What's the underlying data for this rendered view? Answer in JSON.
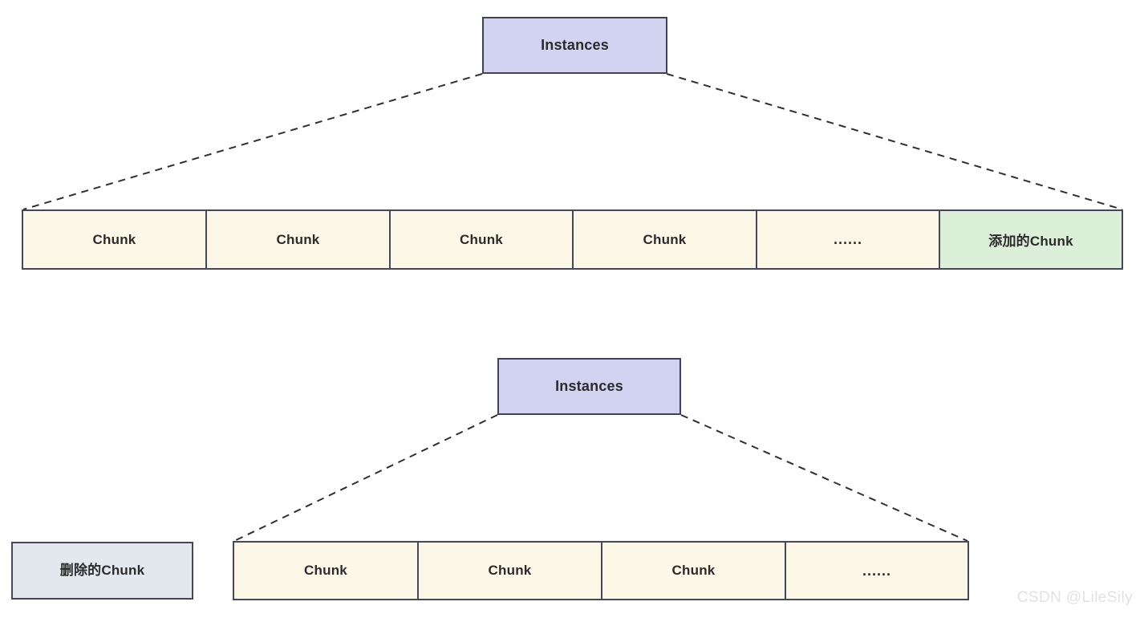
{
  "diagram": {
    "title": "Chunk allocation diagram",
    "colors": {
      "instances_fill": "#d2d3f0",
      "chunk_fill": "#fbf8e8",
      "added_fill": "#dcefd9",
      "deleted_fill": "#e2e8ed",
      "stroke": "#46485a",
      "connector": "#2f3037",
      "watermark": "#e2e2e2"
    },
    "top_section": {
      "instances_label": "Instances",
      "chunks": [
        {
          "label": "Chunk",
          "state": "normal"
        },
        {
          "label": "Chunk",
          "state": "normal"
        },
        {
          "label": "Chunk",
          "state": "normal"
        },
        {
          "label": "Chunk",
          "state": "normal"
        },
        {
          "label": "......",
          "state": "ellipsis"
        },
        {
          "label": "添加的Chunk",
          "state": "added"
        }
      ]
    },
    "bottom_section": {
      "instances_label": "Instances",
      "deleted_label": "删除的Chunk",
      "chunks": [
        {
          "label": "Chunk",
          "state": "normal"
        },
        {
          "label": "Chunk",
          "state": "normal"
        },
        {
          "label": "Chunk",
          "state": "normal"
        },
        {
          "label": "......",
          "state": "ellipsis"
        }
      ]
    }
  },
  "watermark": {
    "text": "CSDN @LileSily"
  }
}
